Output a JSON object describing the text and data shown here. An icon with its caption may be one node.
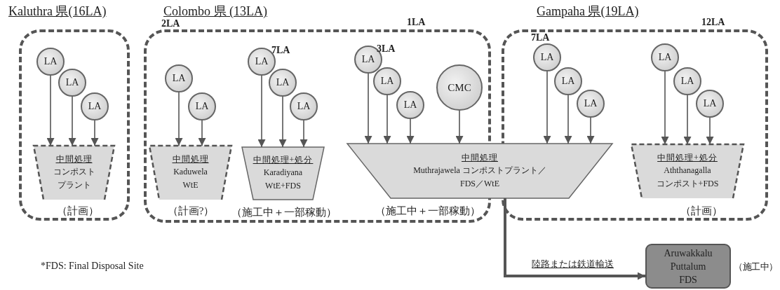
{
  "diagram": {
    "nodes": [
      {
        "text": [
          "Kaluthra 県(16LA)"
        ]
      },
      {
        "text": [
          "LA"
        ],
        "in": 0
      },
      {
        "text": [
          "LA"
        ],
        "in": 0
      },
      {
        "text": [
          "LA"
        ],
        "in": 0
      },
      {
        "text": [
          "中間処理",
          "コンポストプラント"
        ],
        "in": 0,
        "beside": [
          "（計画）"
        ]
      },
      {
        "text": [
          "Colombo 県 (13LA)"
        ]
      },
      {
        "text": [
          "LA"
        ],
        "in": 5
      },
      {
        "text": [
          "LA"
        ],
        "in": 5
      },
      {
        "text": [
          "中間処理",
          "Kaduwela WtE"
        ],
        "in": 5,
        "beside": [
          "（計画?）"
        ]
      },
      {
        "text": [
          "LA"
        ],
        "in": 5
      },
      {
        "text": [
          "LA"
        ],
        "in": 5
      },
      {
        "text": [
          "LA"
        ],
        "in": 5
      },
      {
        "text": [
          "中間処理+処分",
          "Karadiyana WtE+FDS"
        ],
        "in": 5,
        "beside": [
          "（施工中＋一部稼動）"
        ]
      },
      {
        "text": [
          "LA"
        ],
        "in": 5
      },
      {
        "text": [
          "LA"
        ],
        "in": 5
      },
      {
        "text": [
          "LA"
        ],
        "in": 5
      },
      {
        "text": [
          "CMC"
        ],
        "in": 5
      },
      {
        "text": [
          "Gampaha 県(19LA)"
        ]
      },
      {
        "text": [
          "LA"
        ],
        "in": 17
      },
      {
        "text": [
          "LA"
        ],
        "in": 17
      },
      {
        "text": [
          "LA"
        ],
        "in": 17
      },
      {
        "text": [
          "中間処理",
          "Muthrajawela コンポストプラント／FDS／WtE"
        ],
        "beside": [
          "（施工中＋一部稼動）"
        ]
      },
      {
        "text": [
          "LA"
        ],
        "in": 17
      },
      {
        "text": [
          "LA"
        ],
        "in": 17
      },
      {
        "text": [
          "LA"
        ],
        "in": 17
      },
      {
        "text": [
          "中間処理+処分",
          "Aththanagalla コンポスト+FDS"
        ],
        "in": 17,
        "beside": [
          "（計画）"
        ]
      },
      {
        "text": [
          "Aruwakkalu Puttalum FDS"
        ],
        "beside": [
          "（施工中）"
        ]
      }
    ],
    "edges": [
      {
        "from": 1,
        "to": 4,
        "arrow": "to"
      },
      {
        "from": 2,
        "to": 4,
        "arrow": "to"
      },
      {
        "from": 3,
        "to": 4,
        "arrow": "to"
      },
      {
        "from": 6,
        "to": 8,
        "arrow": "to"
      },
      {
        "from": 7,
        "to": 8,
        "arrow": "to"
      },
      {
        "from": 9,
        "to": 12,
        "arrow": "to"
      },
      {
        "from": 10,
        "to": 12,
        "arrow": "to"
      },
      {
        "from": 11,
        "to": 12,
        "arrow": "to"
      },
      {
        "from": 13,
        "to": 21,
        "arrow": "to"
      },
      {
        "from": 14,
        "to": 21,
        "arrow": "to"
      },
      {
        "from": 15,
        "to": 21,
        "arrow": "to"
      },
      {
        "from": 16,
        "to": 21,
        "arrow": "to"
      },
      {
        "from": 18,
        "to": 21,
        "arrow": "to"
      },
      {
        "from": 19,
        "to": 21,
        "arrow": "to"
      },
      {
        "from": 20,
        "to": 21,
        "arrow": "to"
      },
      {
        "from": 22,
        "to": 25,
        "arrow": "to"
      },
      {
        "from": 23,
        "to": 25,
        "arrow": "to"
      },
      {
        "from": 24,
        "to": 25,
        "arrow": "to"
      },
      {
        "from": 21,
        "to": 26,
        "arrow": "to",
        "label": "陸路または鉄道輸送",
        "style": "thick"
      }
    ],
    "labels": [
      "2LA",
      "1LA",
      "12LA",
      "7LA",
      "3LA",
      "7LA",
      "*FDS: Final Disposal Site"
    ]
  }
}
